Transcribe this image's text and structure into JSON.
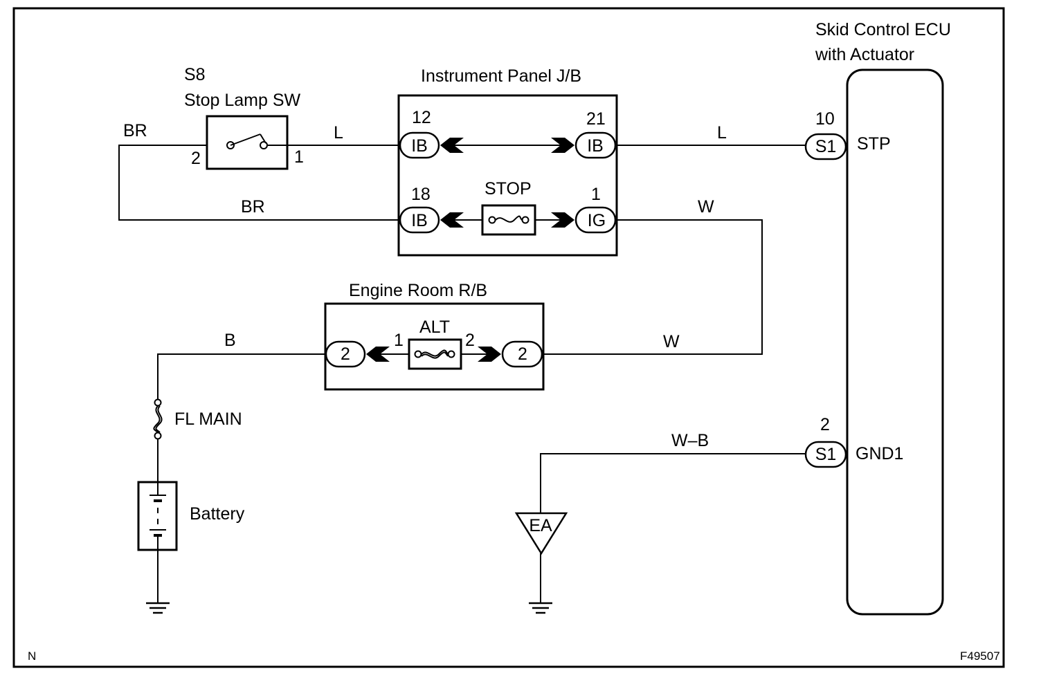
{
  "corner": {
    "left": "N",
    "figure_id": "F49507"
  },
  "ecu": {
    "title_line1": "Skid Control ECU",
    "title_line2": "with Actuator",
    "pin_stp": "STP",
    "pin_gnd": "GND1"
  },
  "stop_lamp_sw": {
    "code": "S8",
    "name": "Stop Lamp SW",
    "pin_left": "2",
    "pin_right": "1"
  },
  "instrument_panel": {
    "name": "Instrument Panel J/B",
    "fuse": "STOP",
    "connectors": [
      {
        "pin": "12",
        "code": "IB"
      },
      {
        "pin": "21",
        "code": "IB"
      },
      {
        "pin": "18",
        "code": "IB"
      },
      {
        "pin": "1",
        "code": "IG"
      }
    ]
  },
  "engine_room": {
    "name": "Engine Room R/B",
    "fuse": "ALT",
    "fuse_pin_left": "1",
    "fuse_pin_right": "2",
    "connector_left": "2",
    "connector_right": "2"
  },
  "ecu_connectors": [
    {
      "pin": "10",
      "code": "S1"
    },
    {
      "pin": "2",
      "code": "S1"
    }
  ],
  "wires": {
    "br_top": "BR",
    "l_left": "L",
    "l_right": "L",
    "br_mid": "BR",
    "w_top": "W",
    "b": "B",
    "w_bottom": "W",
    "wb": "W–B"
  },
  "fl_main": "FL MAIN",
  "battery": "Battery",
  "ground_point": "EA"
}
